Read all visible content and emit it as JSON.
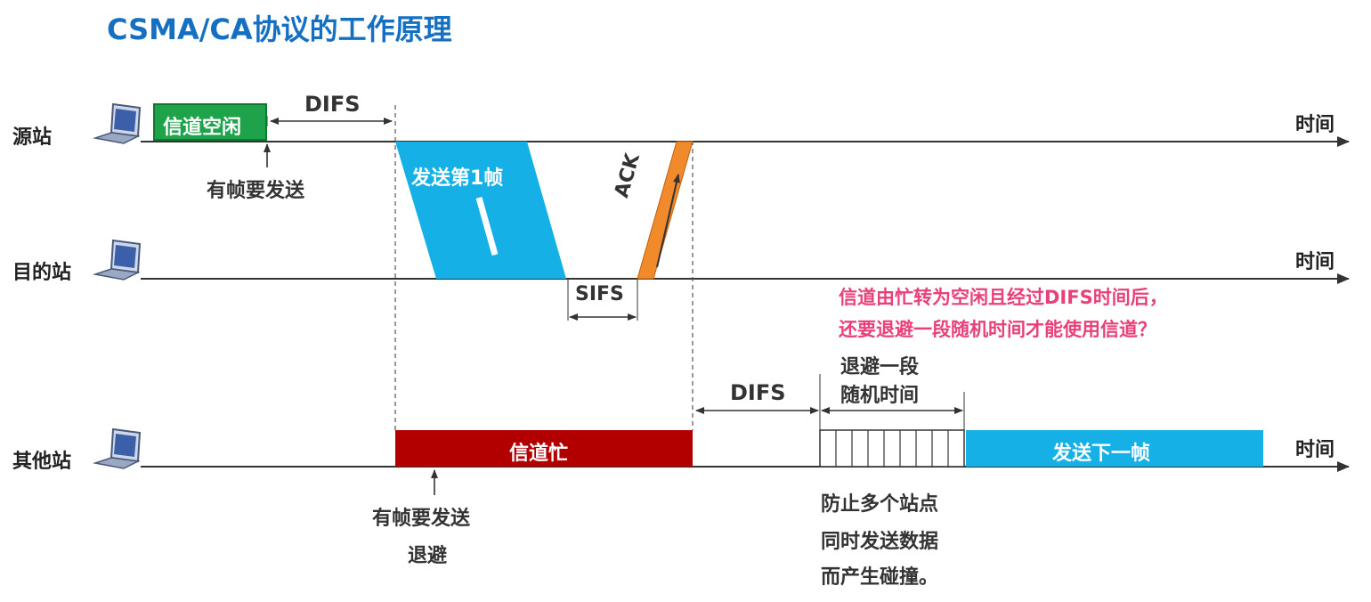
{
  "title": "CSMA/CA协议的工作原理",
  "stations": {
    "source": "源站",
    "destination": "目的站",
    "other": "其他站"
  },
  "time_label": "时间",
  "source_row": {
    "channel_idle": "信道空闲",
    "difs": "DIFS",
    "has_frame": "有帧要发送"
  },
  "transfer": {
    "send_first": "发送第1帧",
    "ack": "ACK",
    "sifs": "SIFS"
  },
  "other_row": {
    "channel_busy": "信道忙",
    "has_frame": "有帧要发送",
    "backoff": "退避",
    "difs": "DIFS",
    "backoff_random_line1": "退避一段",
    "backoff_random_line2": "随机时间",
    "send_next": "发送下一帧",
    "note_line1": "防止多个站点",
    "note_line2": "同时发送数据",
    "note_line3": "而产生碰撞。"
  },
  "question": {
    "line1": "信道由忙转为空闲且经过DIFS时间后，",
    "line2": "还要退避一段随机时间才能使用信道？"
  },
  "colors": {
    "title": "#1570c2",
    "idle_green": "#1ea24a",
    "busy_red": "#b20000",
    "frame_blue": "#15b0e6",
    "ack_orange": "#f08a2a",
    "question_pink": "#e8407a"
  }
}
